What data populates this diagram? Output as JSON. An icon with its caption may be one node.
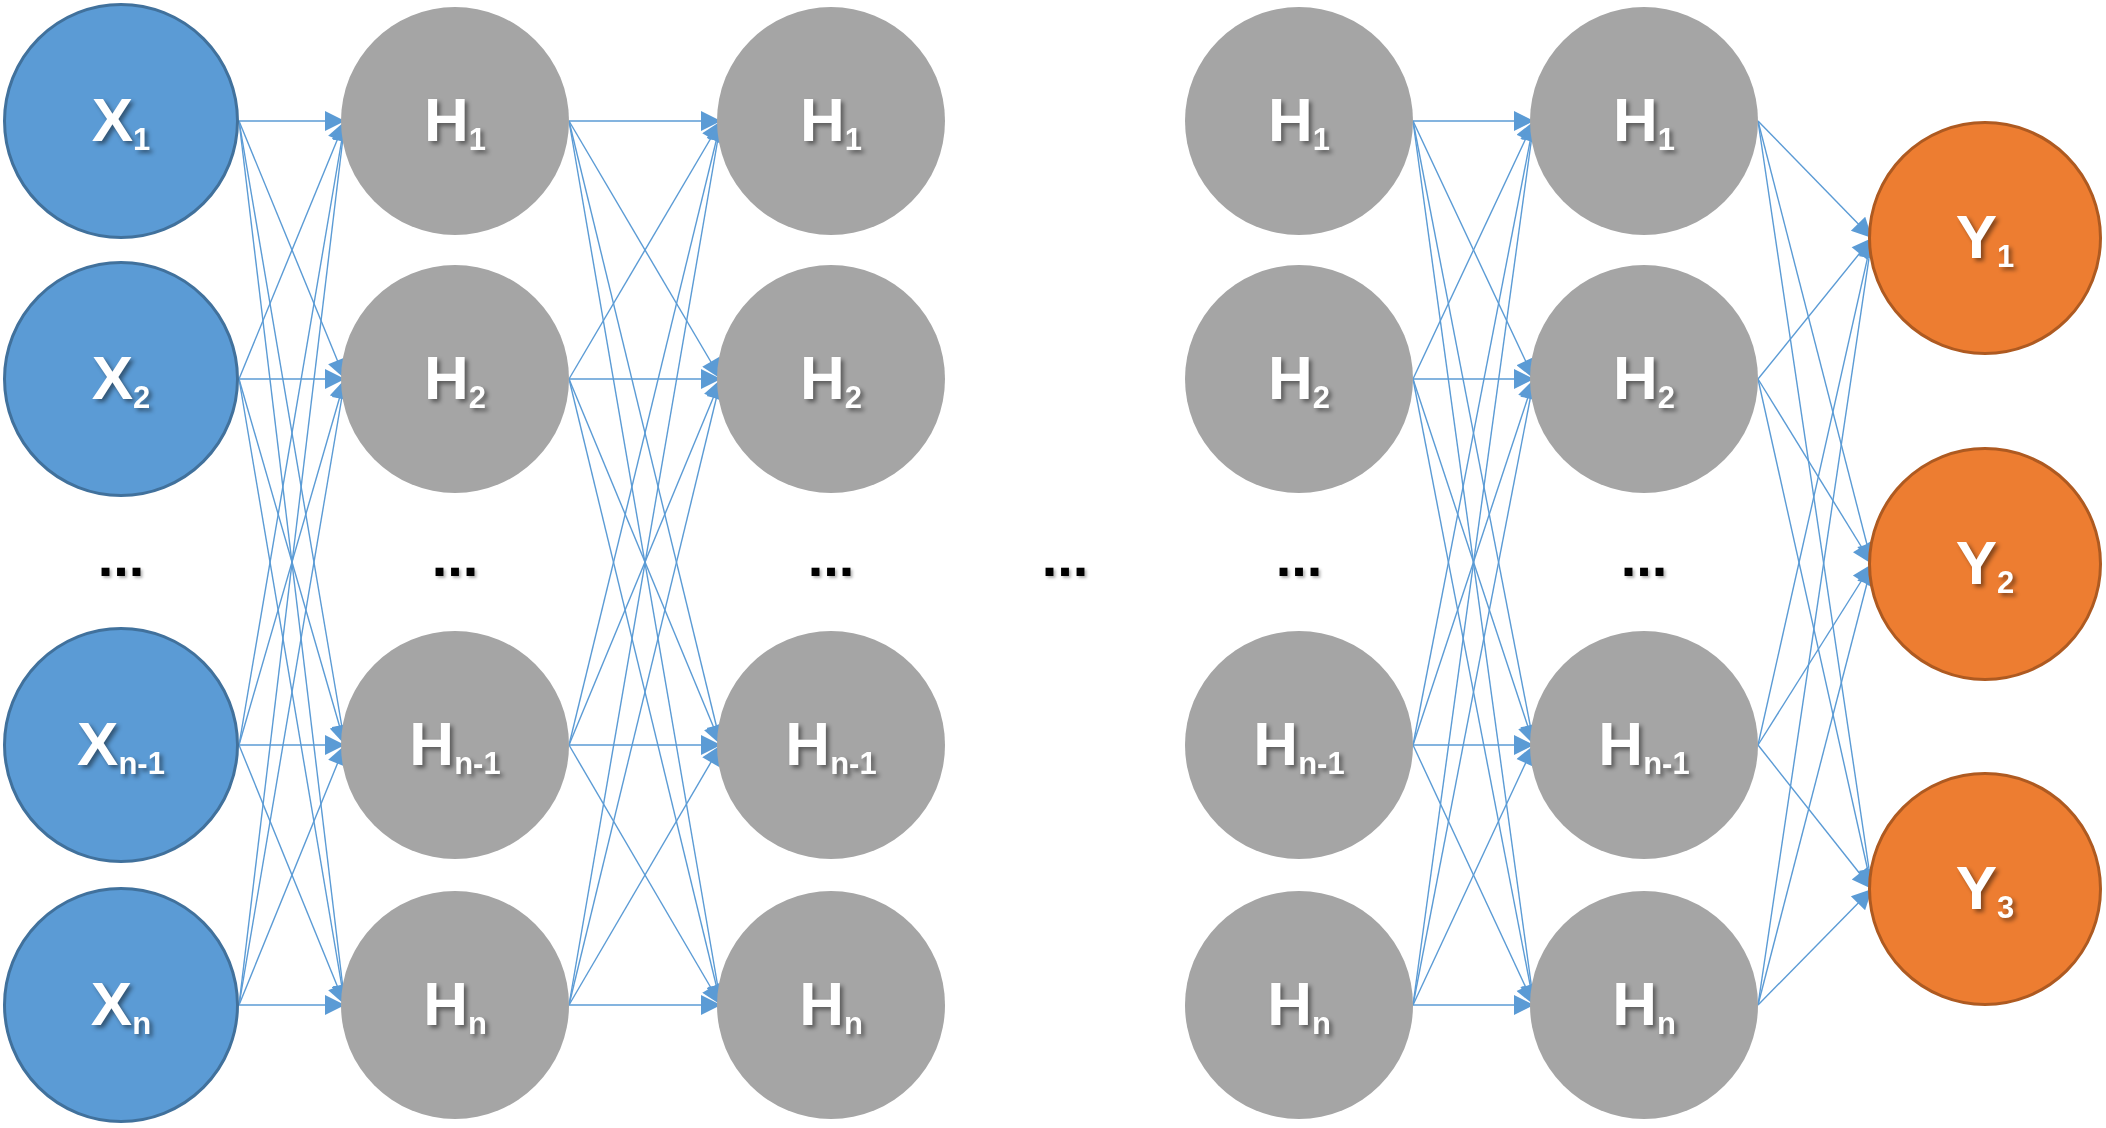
{
  "diagram": {
    "nodes": [
      {
        "text": [
          "X$_{1}$"
        ]
      },
      {
        "text": [
          "X$_{2}$"
        ]
      },
      {
        "text": [
          "X$_{n-1}$"
        ]
      },
      {
        "text": [
          "X$_{n}$"
        ]
      },
      {
        "text": [
          "H$_{1}$"
        ]
      },
      {
        "text": [
          "H$_{2}$"
        ]
      },
      {
        "text": [
          "H$_{n-1}$"
        ]
      },
      {
        "text": [
          "H$_{n}$"
        ]
      },
      {
        "text": [
          "H$_{1}$"
        ]
      },
      {
        "text": [
          "H$_{2}$"
        ]
      },
      {
        "text": [
          "H$_{n-1}$"
        ]
      },
      {
        "text": [
          "H$_{n}$"
        ]
      },
      {
        "text": [
          "H$_{1}$"
        ]
      },
      {
        "text": [
          "H$_{2}$"
        ]
      },
      {
        "text": [
          "H$_{n-1}$"
        ]
      },
      {
        "text": [
          "H$_{n}$"
        ]
      },
      {
        "text": [
          "H$_{1}$"
        ]
      },
      {
        "text": [
          "H$_{2}$"
        ]
      },
      {
        "text": [
          "H$_{n-1}$"
        ]
      },
      {
        "text": [
          "H$_{n}$"
        ]
      },
      {
        "text": [
          "Y$_{1}$"
        ]
      },
      {
        "text": [
          "Y$_{2}$"
        ]
      },
      {
        "text": [
          "Y$_{3}$"
        ]
      }
    ],
    "edges": [
      {
        "from": 0,
        "to": 4,
        "arrow": "to"
      },
      {
        "from": 0,
        "to": 5,
        "arrow": "to"
      },
      {
        "from": 0,
        "to": 6,
        "arrow": "to"
      },
      {
        "from": 0,
        "to": 7,
        "arrow": "to"
      },
      {
        "from": 1,
        "to": 4,
        "arrow": "to"
      },
      {
        "from": 1,
        "to": 5,
        "arrow": "to"
      },
      {
        "from": 1,
        "to": 6,
        "arrow": "to"
      },
      {
        "from": 1,
        "to": 7,
        "arrow": "to"
      },
      {
        "from": 2,
        "to": 4,
        "arrow": "to"
      },
      {
        "from": 2,
        "to": 5,
        "arrow": "to"
      },
      {
        "from": 2,
        "to": 6,
        "arrow": "to"
      },
      {
        "from": 2,
        "to": 7,
        "arrow": "to"
      },
      {
        "from": 3,
        "to": 4,
        "arrow": "to"
      },
      {
        "from": 3,
        "to": 5,
        "arrow": "to"
      },
      {
        "from": 3,
        "to": 6,
        "arrow": "to"
      },
      {
        "from": 3,
        "to": 7,
        "arrow": "to"
      },
      {
        "from": 4,
        "to": 8,
        "arrow": "to"
      },
      {
        "from": 4,
        "to": 9,
        "arrow": "to"
      },
      {
        "from": 4,
        "to": 10,
        "arrow": "to"
      },
      {
        "from": 4,
        "to": 11,
        "arrow": "to"
      },
      {
        "from": 5,
        "to": 8,
        "arrow": "to"
      },
      {
        "from": 5,
        "to": 9,
        "arrow": "to"
      },
      {
        "from": 5,
        "to": 10,
        "arrow": "to"
      },
      {
        "from": 5,
        "to": 11,
        "arrow": "to"
      },
      {
        "from": 6,
        "to": 8,
        "arrow": "to"
      },
      {
        "from": 6,
        "to": 9,
        "arrow": "to"
      },
      {
        "from": 6,
        "to": 10,
        "arrow": "to"
      },
      {
        "from": 6,
        "to": 11,
        "arrow": "to"
      },
      {
        "from": 7,
        "to": 8,
        "arrow": "to"
      },
      {
        "from": 7,
        "to": 9,
        "arrow": "to"
      },
      {
        "from": 7,
        "to": 10,
        "arrow": "to"
      },
      {
        "from": 7,
        "to": 11,
        "arrow": "to"
      },
      {
        "from": 12,
        "to": 16,
        "arrow": "to"
      },
      {
        "from": 12,
        "to": 17,
        "arrow": "to"
      },
      {
        "from": 12,
        "to": 18,
        "arrow": "to"
      },
      {
        "from": 12,
        "to": 19,
        "arrow": "to"
      },
      {
        "from": 13,
        "to": 16,
        "arrow": "to"
      },
      {
        "from": 13,
        "to": 17,
        "arrow": "to"
      },
      {
        "from": 13,
        "to": 18,
        "arrow": "to"
      },
      {
        "from": 13,
        "to": 19,
        "arrow": "to"
      },
      {
        "from": 14,
        "to": 16,
        "arrow": "to"
      },
      {
        "from": 14,
        "to": 17,
        "arrow": "to"
      },
      {
        "from": 14,
        "to": 18,
        "arrow": "to"
      },
      {
        "from": 14,
        "to": 19,
        "arrow": "to"
      },
      {
        "from": 15,
        "to": 16,
        "arrow": "to"
      },
      {
        "from": 15,
        "to": 17,
        "arrow": "to"
      },
      {
        "from": 15,
        "to": 18,
        "arrow": "to"
      },
      {
        "from": 15,
        "to": 19,
        "arrow": "to"
      },
      {
        "from": 16,
        "to": 20,
        "arrow": "to"
      },
      {
        "from": 16,
        "to": 21,
        "arrow": "to"
      },
      {
        "from": 16,
        "to": 22,
        "arrow": "to"
      },
      {
        "from": 17,
        "to": 20,
        "arrow": "to"
      },
      {
        "from": 17,
        "to": 21,
        "arrow": "to"
      },
      {
        "from": 17,
        "to": 22,
        "arrow": "to"
      },
      {
        "from": 18,
        "to": 20,
        "arrow": "to"
      },
      {
        "from": 18,
        "to": 21,
        "arrow": "to"
      },
      {
        "from": 18,
        "to": 22,
        "arrow": "to"
      },
      {
        "from": 19,
        "to": 20,
        "arrow": "to"
      },
      {
        "from": 19,
        "to": 21,
        "arrow": "to"
      },
      {
        "from": 19,
        "to": 22,
        "arrow": "to"
      }
    ],
    "labels": [
      "...",
      "...",
      "...",
      "...",
      "...",
      "..."
    ]
  }
}
